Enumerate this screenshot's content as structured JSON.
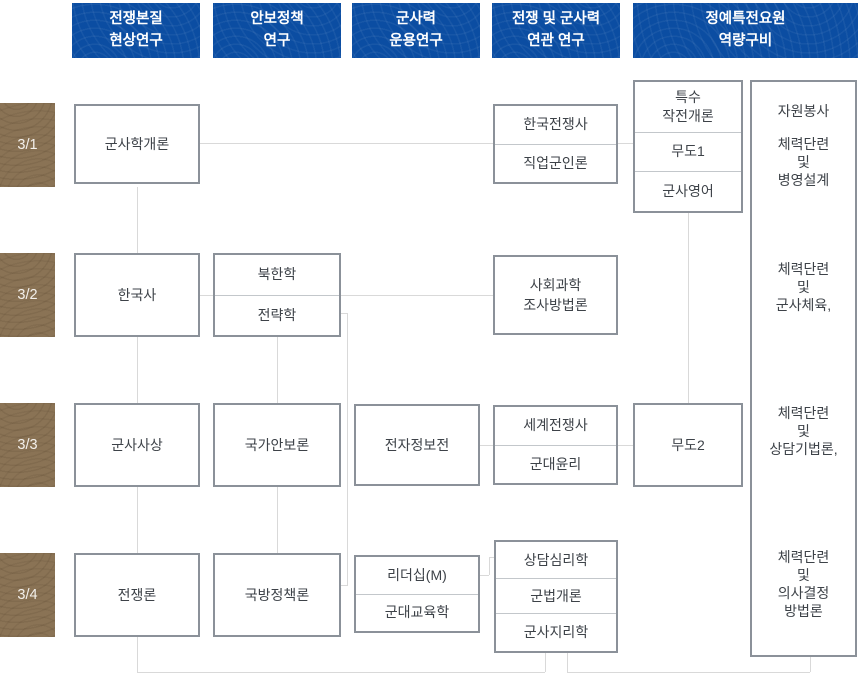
{
  "headers": [
    {
      "label": "전쟁본질\n현상연구"
    },
    {
      "label": "안보정책\n연구"
    },
    {
      "label": "군사력\n운용연구"
    },
    {
      "label": "전쟁 및 군사력\n연관 연구"
    },
    {
      "label": "정예특전요원\n역량구비"
    }
  ],
  "row_labels": [
    {
      "label": "3/1"
    },
    {
      "label": "3/2"
    },
    {
      "label": "3/3"
    },
    {
      "label": "3/4"
    }
  ],
  "boxes": {
    "military_science_intro": {
      "label": "군사학개론"
    },
    "korean_war_box": {
      "cells": [
        {
          "label": "한국전쟁사"
        },
        {
          "label": "직업군인론"
        }
      ]
    },
    "special_ops_box": {
      "cells": [
        {
          "label": "특수\n작전개론"
        },
        {
          "label": "무도1"
        },
        {
          "label": "군사영어"
        }
      ]
    },
    "korean_history": {
      "label": "한국사"
    },
    "north_strategy_box": {
      "cells": [
        {
          "label": "북한학"
        },
        {
          "label": "전략학"
        }
      ]
    },
    "social_science_methods": {
      "label": "사회과학\n조사방법론"
    },
    "military_thought": {
      "label": "군사사상"
    },
    "national_security_theory": {
      "label": "국가안보론"
    },
    "electronic_info_warfare": {
      "label": "전자정보전"
    },
    "world_war_box": {
      "cells": [
        {
          "label": "세계전쟁사"
        },
        {
          "label": "군대윤리"
        }
      ]
    },
    "mudo2": {
      "label": "무도2"
    },
    "war_theory": {
      "label": "전쟁론"
    },
    "defense_policy_theory": {
      "label": "국방정책론"
    },
    "leadership_box": {
      "cells": [
        {
          "label": "리더십(M)"
        },
        {
          "label": "군대교육학"
        }
      ]
    },
    "counseling_box": {
      "cells": [
        {
          "label": "상담심리학"
        },
        {
          "label": "군법개론"
        },
        {
          "label": "군사지리학"
        }
      ]
    },
    "capability_box": {
      "groups": [
        {
          "label": "자원봉사"
        },
        {
          "label": "체력단련\n및\n병영설계"
        },
        {
          "label": "체력단련\n및\n군사체육,"
        },
        {
          "label": "체력단련\n및\n상담기법론,"
        },
        {
          "label": "체력단련\n및\n의사결정\n방법론"
        }
      ]
    }
  },
  "colors": {
    "header_blue": "#0b4da2",
    "row_label_brown": "#8a7355",
    "box_border_gray": "#8b9199",
    "connector_gray": "#d9d9d9",
    "text_dark": "#3d4248"
  }
}
